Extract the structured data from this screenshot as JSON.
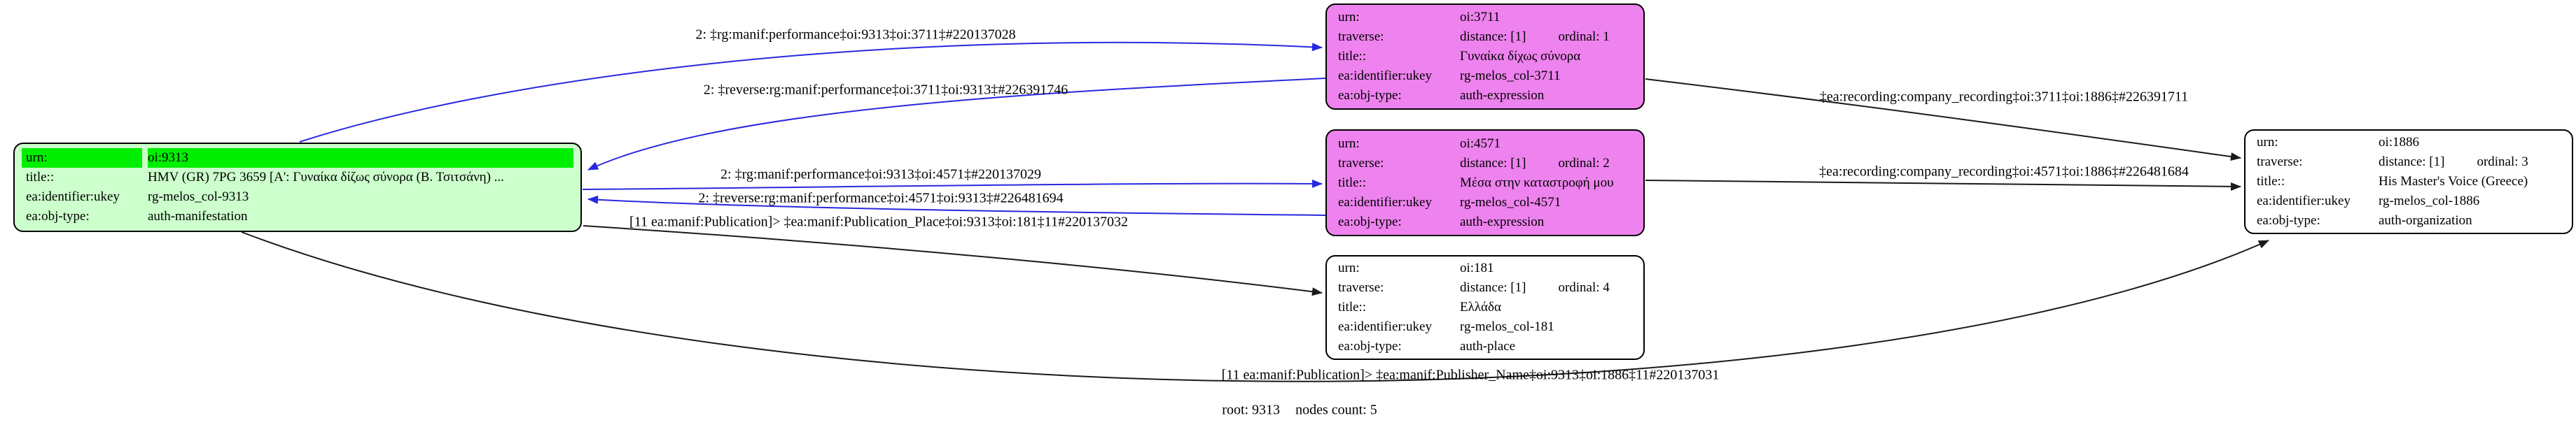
{
  "diagram": {
    "type": "graphviz-object-graph",
    "colors": {
      "root_fill": "#ccffcc",
      "root_highlight": "#00ef00",
      "expression_fill": "#ee82ee",
      "plain_fill": "#ffffff",
      "edge_blue": "#2828e0",
      "edge_black": "#1a1a1a",
      "border": "#000000"
    },
    "nodes": {
      "root9313": {
        "obj_type": "auth-manifestation",
        "rows": [
          {
            "label": "urn:",
            "value": "oi:9313"
          },
          {
            "label": "title::",
            "value": "HMV (GR) 7PG 3659 [A': Γυναίκα δίζως σύνορα (Β. Τσιτσάνη) ..."
          },
          {
            "label": "ea:identifier:ukey",
            "value": "rg-melos_col-9313"
          },
          {
            "label": "ea:obj-type:",
            "value": "auth-manifestation"
          }
        ]
      },
      "expr3711": {
        "obj_type": "auth-expression",
        "rows": [
          {
            "label": "urn:",
            "value": "oi:3711"
          },
          {
            "label": "traverse:",
            "value": "distance: [1]",
            "value2": "ordinal: 1"
          },
          {
            "label": "title::",
            "value": "Γυναίκα δίχως σύνορα"
          },
          {
            "label": "ea:identifier:ukey",
            "value": "rg-melos_col-3711"
          },
          {
            "label": "ea:obj-type:",
            "value": "auth-expression"
          }
        ]
      },
      "expr4571": {
        "obj_type": "auth-expression",
        "rows": [
          {
            "label": "urn:",
            "value": "oi:4571"
          },
          {
            "label": "traverse:",
            "value": "distance: [1]",
            "value2": "ordinal: 2"
          },
          {
            "label": "title::",
            "value": "Μέσα στην καταστροφή μου"
          },
          {
            "label": "ea:identifier:ukey",
            "value": "rg-melos_col-4571"
          },
          {
            "label": "ea:obj-type:",
            "value": "auth-expression"
          }
        ]
      },
      "place181": {
        "obj_type": "auth-place",
        "rows": [
          {
            "label": "urn:",
            "value": "oi:181"
          },
          {
            "label": "traverse:",
            "value": "distance: [1]",
            "value2": "ordinal: 4"
          },
          {
            "label": "title::",
            "value": "Ελλάδα"
          },
          {
            "label": "ea:identifier:ukey",
            "value": "rg-melos_col-181"
          },
          {
            "label": "ea:obj-type:",
            "value": "auth-place"
          }
        ]
      },
      "org1886": {
        "obj_type": "auth-organization",
        "rows": [
          {
            "label": "urn:",
            "value": "oi:1886"
          },
          {
            "label": "traverse:",
            "value": "distance: [1]",
            "value2": "ordinal: 3"
          },
          {
            "label": "title::",
            "value": "His Master's Voice (Greece)"
          },
          {
            "label": "ea:identifier:ukey",
            "value": "rg-melos_col-1886"
          },
          {
            "label": "ea:obj-type:",
            "value": "auth-organization"
          }
        ]
      }
    },
    "edges": [
      {
        "from": "oi:9313",
        "to": "oi:3711",
        "color": "blue",
        "label": "2: ‡rg:manif:performance‡oi:9313‡oi:3711‡#220137028"
      },
      {
        "from": "oi:3711",
        "to": "oi:9313",
        "color": "blue",
        "label": "2: ‡reverse:rg:manif:performance‡oi:3711‡oi:9313‡#226391746"
      },
      {
        "from": "oi:9313",
        "to": "oi:4571",
        "color": "blue",
        "label": "2: ‡rg:manif:performance‡oi:9313‡oi:4571‡#220137029"
      },
      {
        "from": "oi:4571",
        "to": "oi:9313",
        "color": "blue",
        "label": "2: ‡reverse:rg:manif:performance‡oi:4571‡oi:9313‡#226481694"
      },
      {
        "from": "oi:9313",
        "to": "oi:181",
        "color": "black",
        "label": "[11 ea:manif:Publication]> ‡ea:manif:Publication_Place‡oi:9313‡oi:181‡11#220137032"
      },
      {
        "from": "oi:9313",
        "to": "oi:1886",
        "color": "black",
        "label": "[11 ea:manif:Publication]> ‡ea:manif:Publisher_Name‡oi:9313‡oi:1886‡11#220137031"
      },
      {
        "from": "oi:3711",
        "to": "oi:1886",
        "color": "black",
        "label": "‡ea:recording:company_recording‡oi:3711‡oi:1886‡#226391711"
      },
      {
        "from": "oi:4571",
        "to": "oi:1886",
        "color": "black",
        "label": "‡ea:recording:company_recording‡oi:4571‡oi:1886‡#226481684"
      }
    ],
    "footer": {
      "root": "root: 9313",
      "count": "nodes count: 5"
    }
  }
}
